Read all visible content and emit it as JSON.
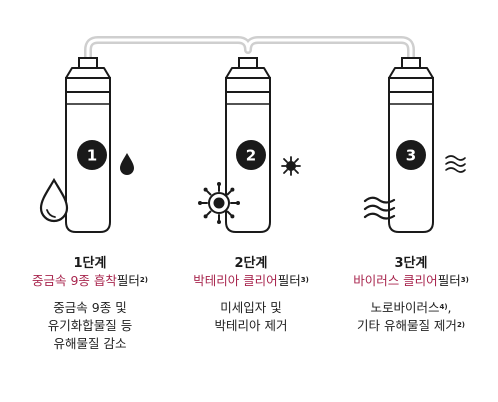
{
  "stages": [
    {
      "number": "1",
      "title": "1단계",
      "filter_highlight": "중금속 9종 흡착",
      "filter_suffix": "필터",
      "filter_note": "2)",
      "desc_lines": [
        {
          "text": "중금속 9종 및",
          "note": ""
        },
        {
          "text": "유기화합물질 등",
          "note": ""
        },
        {
          "text": "유해물질 감소",
          "note": ""
        }
      ],
      "icons": [
        "water-drop-large-icon",
        "water-drop-small-icon"
      ]
    },
    {
      "number": "2",
      "title": "2단계",
      "filter_highlight": "박테리아 클리어",
      "filter_suffix": "필터",
      "filter_note": "3)",
      "desc_lines": [
        {
          "text": "미세입자 및",
          "note": ""
        },
        {
          "text": "박테리아 제거",
          "note": ""
        }
      ],
      "icons": [
        "bacteria-large-icon",
        "bacteria-small-icon"
      ]
    },
    {
      "number": "3",
      "title": "3단계",
      "filter_highlight": "바이러스 클리어",
      "filter_suffix": "필터",
      "filter_note": "3)",
      "desc_lines": [
        {
          "text": "노로바이러스",
          "note": "4)",
          "tail": ","
        },
        {
          "text": "기타 유해물질 제거",
          "note": "2)"
        }
      ],
      "icons": [
        "virus-wave-large-icon",
        "virus-wave-small-icon"
      ]
    }
  ],
  "colors": {
    "accent": "#a8264e",
    "ink": "#1a1a1a",
    "pipe": "#cfcfcf",
    "filter_outline": "#1a1a1a"
  }
}
